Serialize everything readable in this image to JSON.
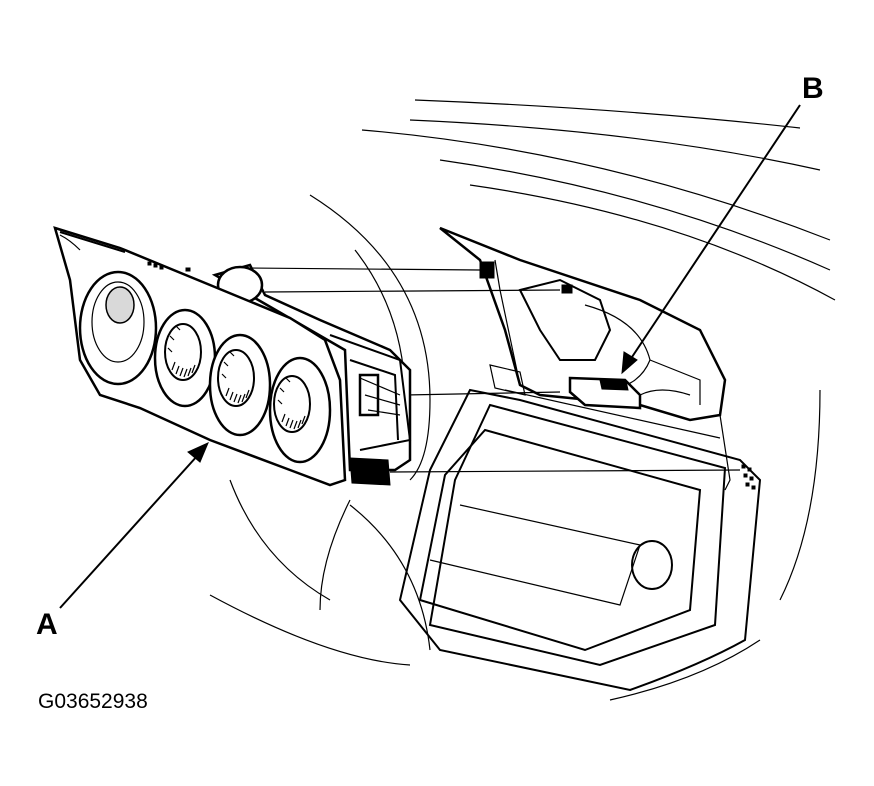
{
  "callouts": {
    "a": "A",
    "b": "B"
  },
  "figure_id": "G03652938"
}
